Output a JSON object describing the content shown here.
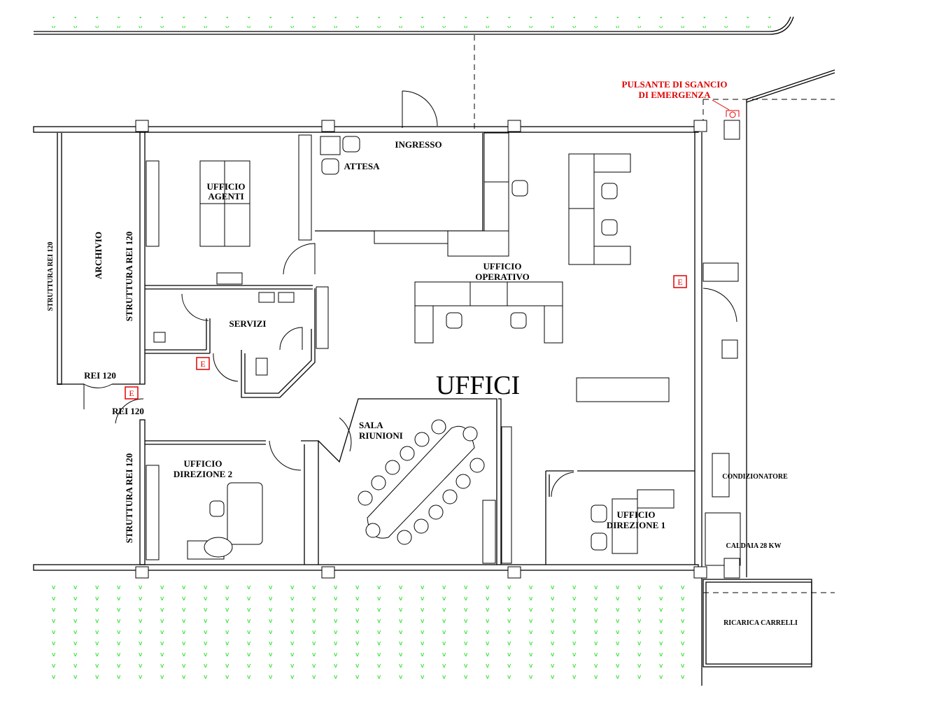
{
  "plan": {
    "title": "UFFICI",
    "colors": {
      "walls": "#000000",
      "emergency": "#e00000",
      "grass": "#00dd00"
    },
    "emergency_button": {
      "line1": "PULSANTE DI SGANCIO",
      "line2": "DI EMERGENZA"
    },
    "rooms": {
      "ingresso": "INGRESSO",
      "attesa": "ATTESA",
      "ufficio_agenti": {
        "line1": "UFFICIO",
        "line2": "AGENTI"
      },
      "archivio": "ARCHIVIO",
      "servizi": "SERVIZI",
      "ufficio_operativo": {
        "line1": "UFFICIO",
        "line2": "OPERATIVO"
      },
      "sala_riunioni": {
        "line1": "SALA",
        "line2": "RIUNIONI"
      },
      "ufficio_direzione_2": {
        "line1": "UFFICIO",
        "line2": "DIREZIONE 2"
      },
      "ufficio_direzione_1": {
        "line1": "UFFICIO",
        "line2": "DIREZIONE 1"
      },
      "condizionatore": "CONDIZIONATORE",
      "caldaia": "CALDAIA 28 KW",
      "ricarica_carrelli": "RICARICA CARRELLI"
    },
    "fire_walls": {
      "outer": "STRUTTURA REI 120",
      "archive_wall": "STRUTTURA REI 120",
      "lower_wall": "STRUTTURA REI 120",
      "door1": "REI 120",
      "door2": "REI 120"
    },
    "extinguisher_label": "E"
  }
}
